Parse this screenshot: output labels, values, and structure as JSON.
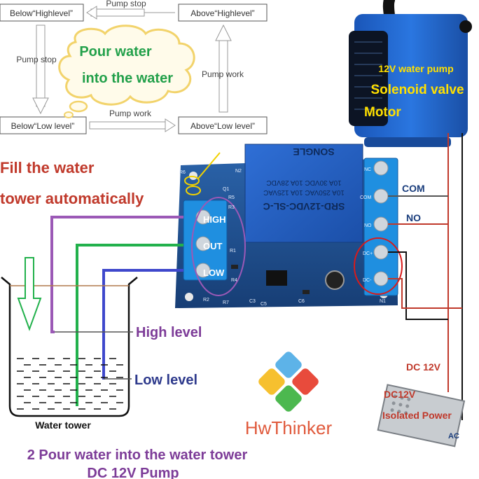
{
  "state_diagram": {
    "box_below_high": "Below“Highlevel”",
    "box_above_high": "Above“Highlevel”",
    "box_below_low": "Below“Low level”",
    "box_above_low": "Above“Low level”",
    "top_arrow_label": "Pump stop",
    "left_arrow_label": "Pump stop",
    "right_arrow_label": "Pump work",
    "bottom_arrow_label": "Pump work",
    "cloud_line1": "Pour water",
    "cloud_line2": "into the water"
  },
  "heading": {
    "line1": "Fill the water",
    "line2": "tower automatically"
  },
  "board": {
    "terminal_high": "HIGH",
    "terminal_out": "OUT",
    "terminal_low": "LOW",
    "relay_model": "SRD-12VDC-SL-C",
    "relay_rating1": "10A 250VAC 10A 125VAC",
    "relay_rating2": "10A 30VDC 10A 28VDC",
    "relay_brand": "SONGLE",
    "silk": [
      "R6",
      "R5",
      "Q1",
      "R3",
      "R1",
      "R4",
      "C3",
      "C5",
      "C6",
      "R2",
      "R7",
      "NC",
      "NO",
      "COM",
      "DC+",
      "DC-",
      "N2",
      "N1"
    ]
  },
  "pump": {
    "line1": "12V water pump",
    "line2": "Solenoid valve",
    "line3": "Motor"
  },
  "wiring": {
    "com": "COM",
    "no": "NO",
    "dc12v": "DC 12V",
    "psu_dc": "DC12V",
    "psu_name": "Isolated Power",
    "psu_ac": "AC"
  },
  "tank": {
    "high_level": "High level",
    "low_level": "Low level",
    "caption": "Water tower"
  },
  "brand": "HwThinker",
  "footer": {
    "line1": "2 Pour water into the water tower",
    "line2": "DC 12V Pump"
  },
  "colors": {
    "purple": "#9b59b6",
    "green": "#22b14c",
    "navy": "#3f48cc",
    "red_heading": "#c0392b",
    "board_blue": "#1d4f91",
    "pump_blue": "#1f5fc8"
  }
}
